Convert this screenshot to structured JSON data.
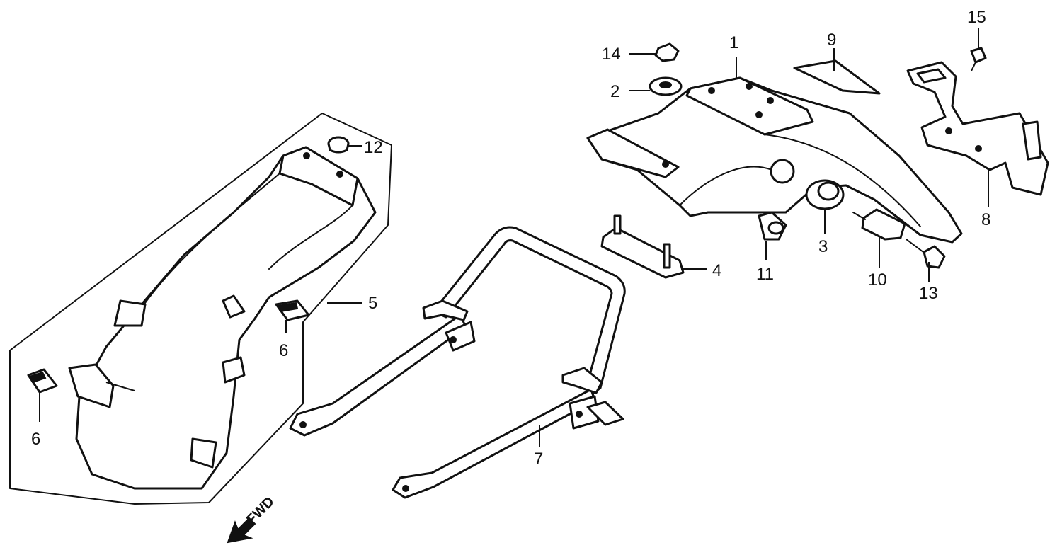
{
  "callouts": {
    "c1": "1",
    "c2": "2",
    "c3": "3",
    "c4": "4",
    "c5": "5",
    "c6a": "6",
    "c6b": "6",
    "c7": "7",
    "c8": "8",
    "c9": "9",
    "c10": "10",
    "c11": "11",
    "c12": "12",
    "c13": "13",
    "c14": "14",
    "c15": "15"
  },
  "direction": {
    "label": "FWD",
    "icon": "arrow-down-left-icon"
  },
  "colors": {
    "ink": "#111111",
    "paper": "#ffffff"
  }
}
